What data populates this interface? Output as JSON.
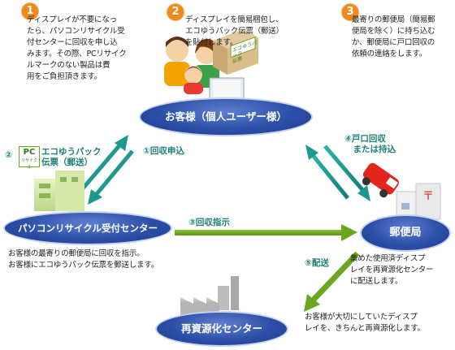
{
  "steps": [
    {
      "num": "1",
      "text": "ディスプレイが不要になっ\nたら、パソコンリサイクル受\n付センターに回収を申し込\nみます。その際、PCリサイク\nルマークのない製品は費\n用をご負担頂きます。"
    },
    {
      "num": "2",
      "text": "ディスプレイを簡易梱包し、\nエコゆうパック伝票（郵送）\nを貼付します。"
    },
    {
      "num": "3",
      "text": "最寄りの郵便局（簡易郵\n便局を除く）に持ち込む\nか、郵便局に戸口回収の\n依頼の連絡をします。"
    }
  ],
  "nodes": {
    "customer": "お客様（個人ユーザー様）",
    "center": "パソコンリサイクル受付センター",
    "post_office": "郵便局",
    "recycler": "再資源化センター"
  },
  "edges": {
    "apply": "①回収申込",
    "slip_num": "②",
    "slip": "エコゆうパック\n伝票（郵送）",
    "instruct": "③回収指示",
    "pickup": "④戸口回収\n　または持込",
    "deliver": "⑤配送"
  },
  "slip_card": {
    "line1": "エコゆうパック",
    "line2": "伝票"
  },
  "pc_mark": {
    "top": "PC",
    "bottom": "リサイクル"
  },
  "notes": {
    "center": "お客様の最寄りの郵便局に回収を指示。\nお客様にエコゆうパック伝票を郵送します。",
    "post_office": "集めた使用済ディスプ\nレイを再資源化センター\nに配送します。",
    "recycler": "お客様が大切にしていたディスプ\nレイを、きちんと再資源化します。"
  },
  "colors": {
    "badge": "#f08a1c",
    "node": "#2c4fa8",
    "arrow_teal": "#1a9a8f",
    "arrow_green": "#6aa61e",
    "label": "#1b7f74"
  }
}
